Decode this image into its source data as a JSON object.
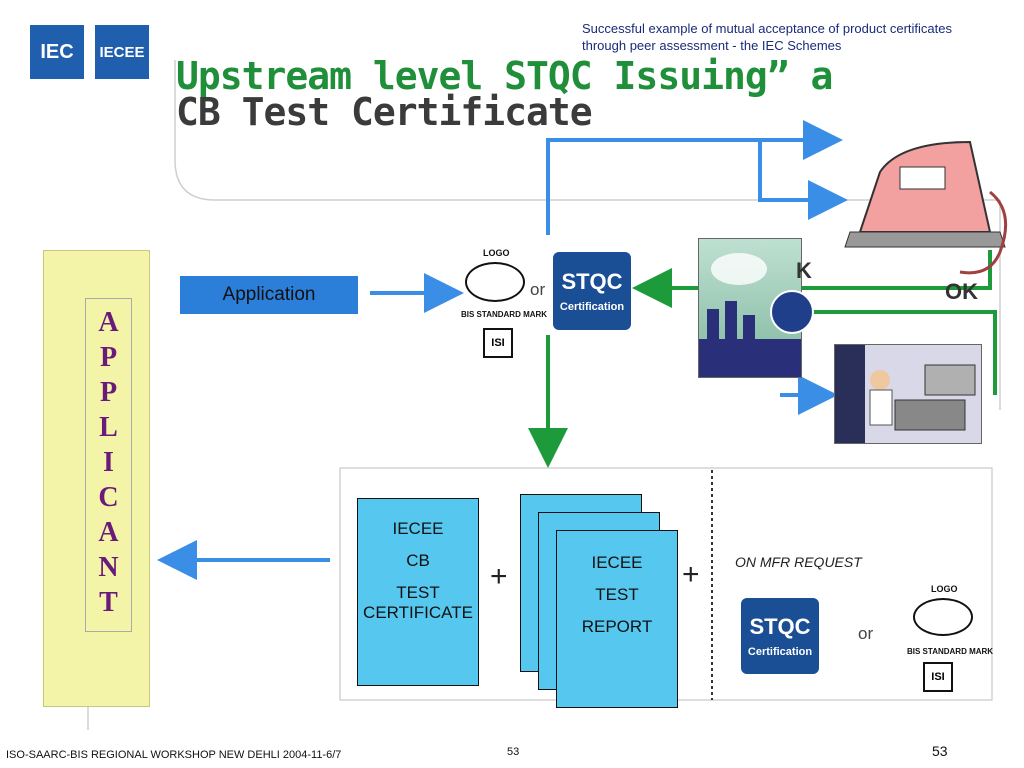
{
  "header": {
    "logo_iec": "IEC",
    "logo_iecee": "IECEE",
    "subtitle_line1": "Successful example of mutual acceptance of product certificates",
    "subtitle_line2": "through peer assessment - the IEC Schemes",
    "title_line1": "Upstream level STQC Issuing” a",
    "title_line2": "CB Test Certificate"
  },
  "applicant": {
    "letters": [
      "A",
      "P",
      "P",
      "L",
      "I",
      "C",
      "A",
      "N",
      "T"
    ]
  },
  "flow": {
    "application_label": "Application",
    "or_top": "or",
    "ok_label": "OK",
    "k_label": "K",
    "bis_logo_label": "LOGO",
    "bis_standard_mark": "BIS STANDARD MARK",
    "isi_mark": "ISI",
    "stqc_name": "STQC",
    "stqc_sub": "Certification"
  },
  "documents": {
    "certificate_lines": [
      "IECEE",
      "CB",
      "TEST",
      "CERTIFICATE"
    ],
    "plus1": "+",
    "report_lines": [
      "IECEE",
      "TEST",
      "REPORT"
    ],
    "plus2": "+",
    "mfr_request": "ON MFR REQUEST",
    "or_bottom": "or"
  },
  "footer": {
    "workshop": "ISO-SAARC-BIS REGIONAL WORKSHOP NEW DEHLI 2004-11-6/7",
    "page_center": "53",
    "page_right": "53"
  },
  "colors": {
    "title_green": "#1f8f3a",
    "arrow_blue": "#3a8ee6",
    "arrow_green": "#1d9a3a",
    "doc_blue": "#56c8f0",
    "applicant_yellow": "#f4f4a8"
  }
}
